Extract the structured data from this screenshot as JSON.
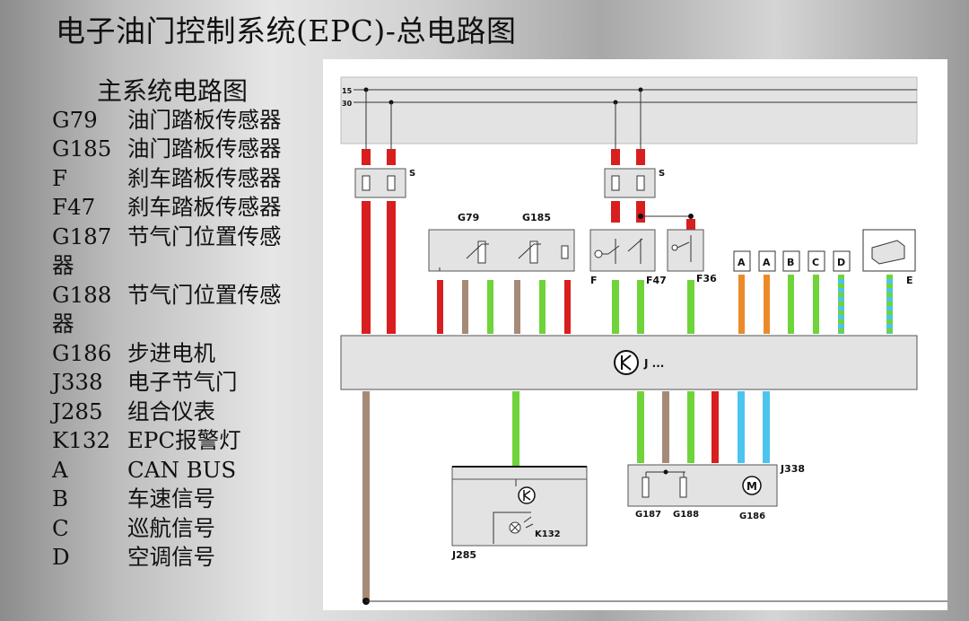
{
  "title": "电子油门控制系统(EPC)-总电路图",
  "legend": {
    "heading": "主系统电路图",
    "items": [
      {
        "code": "G79",
        "desc": "油门踏板传感器"
      },
      {
        "code": "G185",
        "desc": "油门踏板传感器"
      },
      {
        "code": "F",
        "desc": "刹车踏板传感器"
      },
      {
        "code": "F47",
        "desc": "刹车踏板传感器"
      },
      {
        "code": "G187",
        "desc": "节气门位置传感",
        "desc_cont": "器"
      },
      {
        "code": "G188",
        "desc": "节气门位置传感",
        "desc_cont": "器"
      },
      {
        "code": "G186",
        "desc": "步进电机"
      },
      {
        "code": "J338",
        "desc": "电子节气门"
      },
      {
        "code": "J285",
        "desc": "组合仪表"
      },
      {
        "code": "K132",
        "desc": "EPC报警灯"
      },
      {
        "code": "A",
        "desc": "CAN BUS"
      },
      {
        "code": "B",
        "desc": "车速信号"
      },
      {
        "code": "C",
        "desc": "巡航信号"
      },
      {
        "code": "D",
        "desc": "空调信号"
      }
    ]
  },
  "diagram": {
    "rail_15": "15",
    "rail_30": "30",
    "fuse_left": "S",
    "fuse_right": "S",
    "g79": "G79",
    "g185": "G185",
    "f": "F",
    "f47": "F47",
    "f36": "F36",
    "conn_a1": "A",
    "conn_a2": "A",
    "conn_b": "B",
    "conn_c": "C",
    "conn_d": "D",
    "e": "E",
    "j_ecu": "J ...",
    "j338": "J338",
    "j285": "J285",
    "k132": "K132",
    "g187": "G187",
    "g188": "G188",
    "g186": "G186",
    "colors": {
      "red": "#d81e1e",
      "green": "#6fd33a",
      "brown": "#a68a78",
      "orange": "#ec8a2a",
      "blue": "#4cc4ee",
      "ecu_fill": "#e3e3e3"
    }
  }
}
